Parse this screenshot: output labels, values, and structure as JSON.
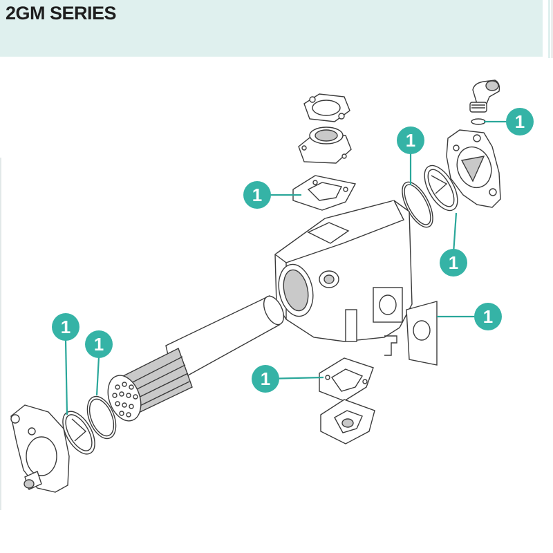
{
  "header": {
    "title": "2GM SERIES"
  },
  "colors": {
    "header_background": "#dff0ee",
    "callout": "#35b3a6",
    "leader_line": "#2aa79a",
    "line_art": "#3a3a3a"
  },
  "callout_label": "1",
  "callouts": [
    {
      "name": "callout-elbow-oring",
      "label": "1"
    },
    {
      "name": "callout-endcap-oring-right",
      "label": "1"
    },
    {
      "name": "callout-top-gasket",
      "label": "1"
    },
    {
      "name": "callout-endcap-gasket-right",
      "label": "1"
    },
    {
      "name": "callout-side-gasket",
      "label": "1"
    },
    {
      "name": "callout-endcap-gasket-left",
      "label": "1"
    },
    {
      "name": "callout-endcap-oring-left",
      "label": "1"
    },
    {
      "name": "callout-bottom-gasket",
      "label": "1"
    }
  ]
}
